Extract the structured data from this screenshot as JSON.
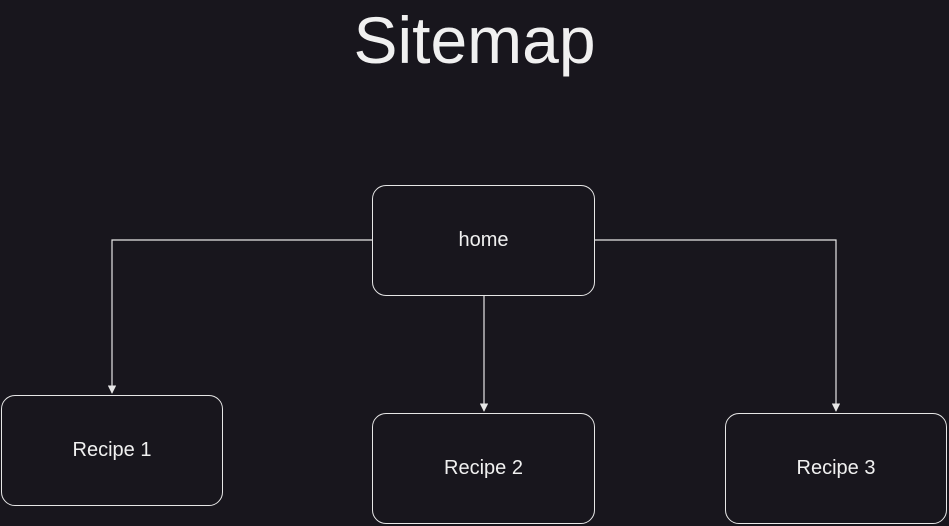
{
  "title": "Sitemap",
  "nodes": {
    "home": "home",
    "recipe1": "Recipe 1",
    "recipe2": "Recipe 2",
    "recipe3": "Recipe 3"
  },
  "edges": [
    {
      "from": "home",
      "to": "Recipe 1"
    },
    {
      "from": "home",
      "to": "Recipe 2"
    },
    {
      "from": "home",
      "to": "Recipe 3"
    }
  ],
  "colors": {
    "background": "#18161d",
    "stroke": "#e6e6e6",
    "text": "#f0f0f0"
  }
}
